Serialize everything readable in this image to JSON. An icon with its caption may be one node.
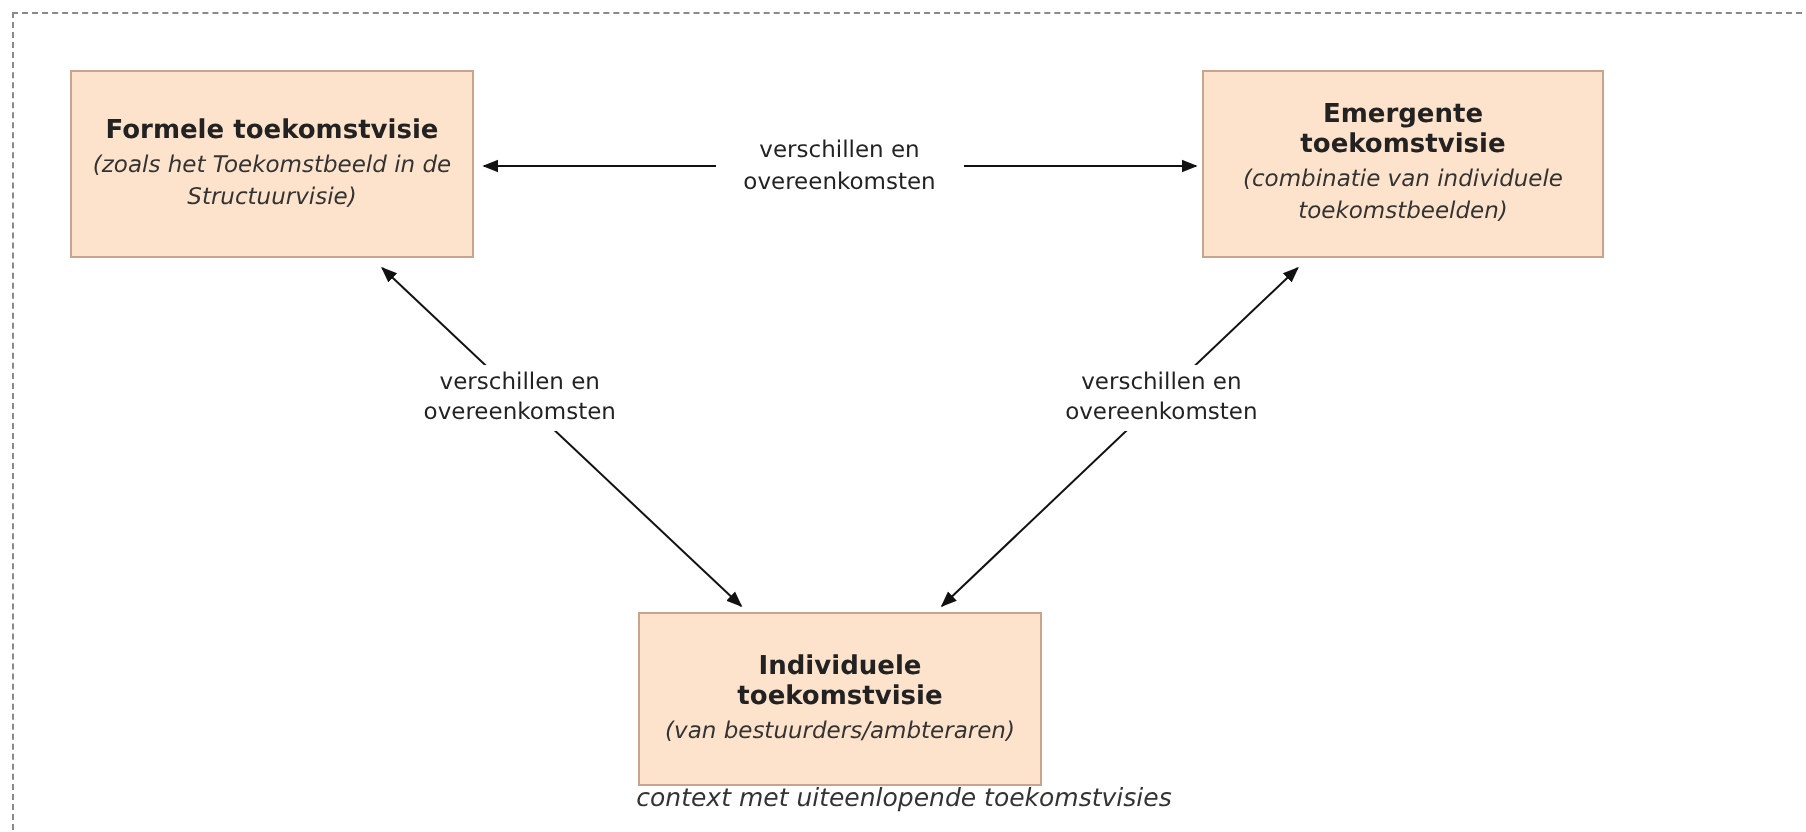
{
  "diagram": {
    "nodes": [
      {
        "text": [
          "context met uiteenlopende toekomstvisies"
        ]
      },
      {
        "text": [
          "Formele toekomstvisie",
          "(zoals het Toekomstbeeld in de Structuurvisie)"
        ],
        "in": 0
      },
      {
        "text": [
          "Emergente toekomstvisie",
          "(combinatie van individuele toekomstbeelden)"
        ],
        "in": 0
      },
      {
        "text": [
          "Individuele toekomstvisie",
          "(van bestuurders/ambteraren)"
        ],
        "in": 0
      }
    ],
    "edges": [
      {
        "from": 1,
        "to": 2,
        "arrow": "both",
        "label": "verschillen en overeenkomsten"
      },
      {
        "from": 1,
        "to": 3,
        "arrow": "both",
        "label": "verschillen en overeenkomsten"
      },
      {
        "from": 2,
        "to": 3,
        "arrow": "both",
        "label": "verschillen en overeenkomsten"
      }
    ]
  }
}
